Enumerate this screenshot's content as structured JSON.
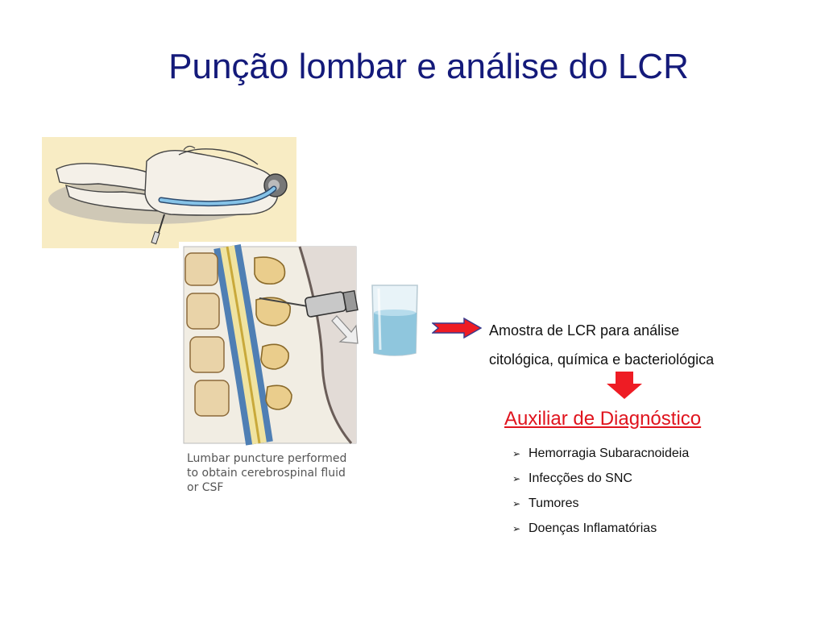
{
  "slide": {
    "title": "Punção lombar e análise do LCR"
  },
  "illustration": {
    "caption_lines": [
      "Lumbar puncture performed",
      "to obtain cerebrospinal fluid",
      "or CSF"
    ]
  },
  "sample": {
    "lines": [
      "Amostra de LCR para análise",
      "citológica, química e bacteriológica"
    ]
  },
  "diagnosis": {
    "heading": "Auxiliar de Diagnóstico",
    "bullet_icon": "arrow-bullet-icon",
    "items": [
      "Hemorragia Subaracnoideia",
      "Infecções do SNC",
      "Tumores",
      "Doenças Inflamatórias"
    ]
  },
  "colors": {
    "title": "#141a7a",
    "heading": "#e0141e",
    "arrow_fill": "#ee1c24"
  }
}
